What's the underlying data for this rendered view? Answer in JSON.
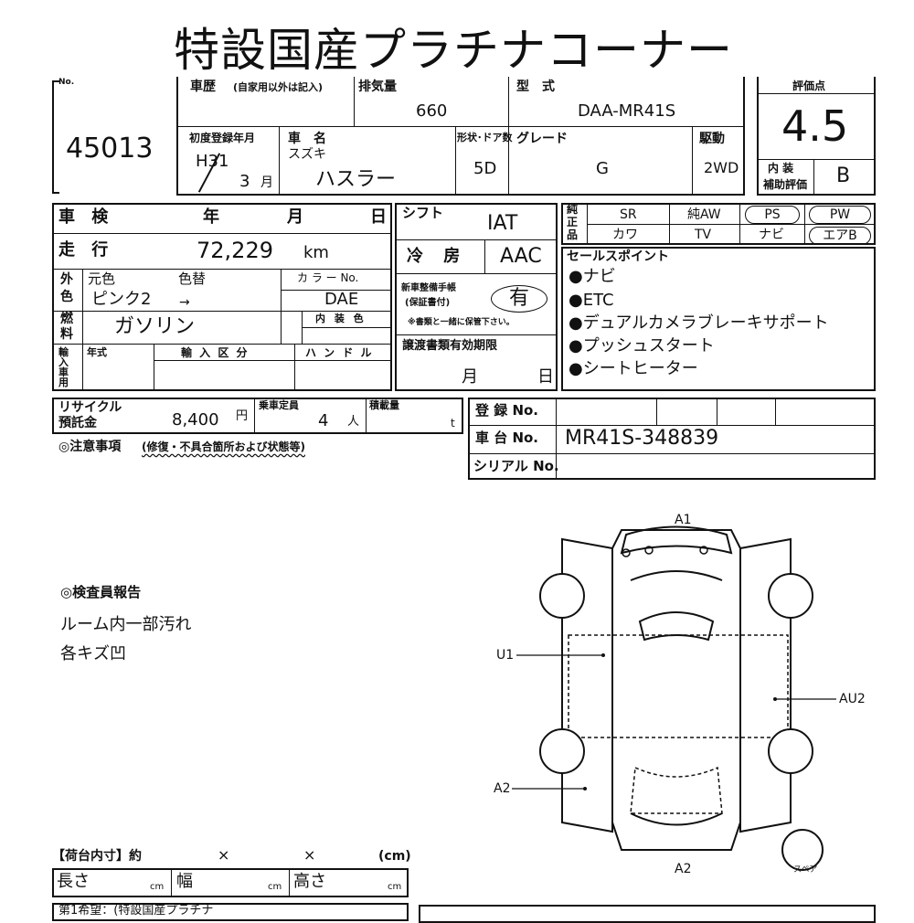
{
  "title": "特設国産プラチナコーナー",
  "lot": {
    "label": "No.",
    "number": "45013"
  },
  "history": {
    "label": "車歴",
    "note": "(自家用以外は記入)"
  },
  "displacement": {
    "label": "排気量",
    "value": "660"
  },
  "model": {
    "label": "型　式",
    "value": "DAA-MR41S"
  },
  "score": {
    "label": "評価点",
    "value": "4.5"
  },
  "first_reg": {
    "label": "初度登録年月",
    "era": "H31",
    "month": "3",
    "month_unit": "月"
  },
  "car_name": {
    "label": "車　名",
    "maker": "スズキ",
    "name": "ハスラー"
  },
  "doors": {
    "label": "形状･ドア数",
    "value": "5D"
  },
  "grade": {
    "label": "グレード",
    "value": "G"
  },
  "drive": {
    "label": "駆動",
    "value": "2WD"
  },
  "interior": {
    "label": "内 装\n補助評価",
    "label1": "内 装",
    "label2": "補助評価",
    "value": "B"
  },
  "inspection": {
    "label": "車 検",
    "year": "年",
    "month": "月",
    "day": "日"
  },
  "mileage": {
    "label": "走 行",
    "value": "72,229",
    "unit": "km"
  },
  "color": {
    "label1": "外",
    "label2": "色",
    "orig_label": "元色",
    "change_label": "色替",
    "orig_value": "ピンク2",
    "arrow": "→",
    "code_label": "カ ラ ー No.",
    "code_value": "DAE"
  },
  "fuel": {
    "label1": "燃",
    "label2": "料",
    "value": "ガソリン",
    "interior_color_label": "内 装 色"
  },
  "import": {
    "label": "輸入車用",
    "year_label": "年式",
    "class_label": "輸 入 区 分",
    "handle_label": "ハ ン ド ル"
  },
  "shift": {
    "label": "シフト",
    "value": "IAT"
  },
  "ac": {
    "label": "冷 房",
    "value": "AAC"
  },
  "manual": {
    "label1": "新車整備手帳",
    "label2": "(保証書付)",
    "value": "有",
    "note": "※書類と一緒に保管下さい。"
  },
  "docs_expiry": {
    "label": "譲渡書類有効期限",
    "month": "月",
    "day": "日"
  },
  "genuine": {
    "label1": "純",
    "label2": "正",
    "label3": "品",
    "items": [
      "SR",
      "純AW",
      "PS",
      "PW",
      "カワ",
      "TV",
      "ナビ",
      "エアB"
    ]
  },
  "sales_points": {
    "label": "セールスポイント",
    "items": [
      "●ナビ",
      "●ETC",
      "●デュアルカメラブレーキサポート",
      "●プッシュスタート",
      "●シートヒーター"
    ]
  },
  "recycle": {
    "label1": "リサイクル",
    "label2": "預託金",
    "value": "8,400",
    "unit": "円"
  },
  "capacity": {
    "label": "乗車定員",
    "value": "4",
    "unit": "人"
  },
  "load": {
    "label": "積載量",
    "unit": "t"
  },
  "registration": {
    "label": "登 録 No.",
    "value": ""
  },
  "chassis": {
    "label": "車 台 No.",
    "value": "MR41S-348839"
  },
  "serial": {
    "label": "シリアル No.",
    "value": ""
  },
  "notes": {
    "label": "◎注意事項",
    "sub": "(修復・不具合箇所および状態等)"
  },
  "inspector": {
    "label": "◎検査員報告",
    "lines": [
      "ルーム内一部汚れ",
      "各キズ凹"
    ]
  },
  "diagram": {
    "marks": [
      "A1",
      "U1",
      "AU2",
      "A2",
      "A2"
    ],
    "spare": "スペア"
  },
  "cargo": {
    "label": "【荷台内寸】約",
    "x1": "×",
    "x2": "×",
    "unit": "(cm)",
    "length": "長さ",
    "width": "幅",
    "height": "高さ",
    "cm": "cm",
    "hope": "第1希望：(特設国産プラチナ"
  }
}
